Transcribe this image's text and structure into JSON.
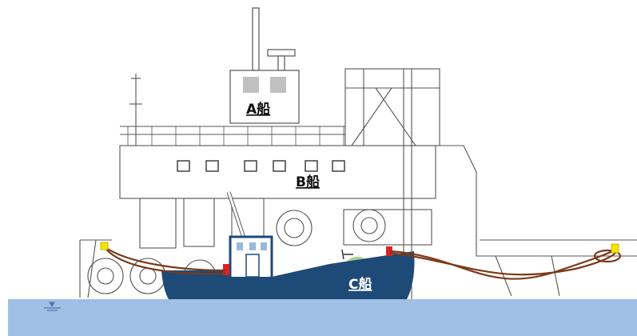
{
  "labels": {
    "ship_a": "A船",
    "ship_b": "B船",
    "ship_c": "C船"
  },
  "colors": {
    "water": "#9fc0e4",
    "hull_c": "#1e4a78",
    "cabin_c": "#ffffff",
    "window_c": "#9ab8dc",
    "rope": "#7a3a1a",
    "marker_yellow": "#f2e600",
    "marker_red": "#e02020",
    "drawing_lines": "#555555",
    "window_gray": "#c0c0c0",
    "buoy_green": "#a6d08c"
  },
  "icons": {
    "water_level": "water-level-icon"
  }
}
